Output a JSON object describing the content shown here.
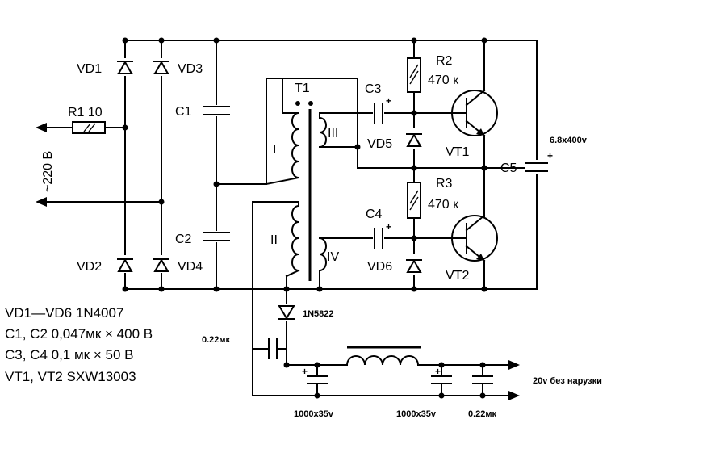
{
  "diagram": {
    "labels": {
      "vd1": "VD1",
      "vd2": "VD2",
      "vd3": "VD3",
      "vd4": "VD4",
      "r1": "R1 10",
      "mains": "~220 В",
      "c1": "C1",
      "c2": "C2",
      "t1": "T1",
      "winding1": "I",
      "winding2": "II",
      "winding3": "III",
      "winding4": "IV",
      "c3": "C3",
      "c4": "C4",
      "r2": "R2",
      "r2_value": "470 к",
      "r3": "R3",
      "r3_value": "470 к",
      "vd5": "VD5",
      "vd6": "VD6",
      "vt1": "VT1",
      "vt2": "VT2",
      "c5": "C5",
      "c5_value": "6.8x400v",
      "d_out": "1N5822",
      "cap_in": "0.22мк",
      "out_cap1": "1000x35v",
      "out_cap2": "1000x35v",
      "out_cap3": "0.22мк",
      "output": "20v без нарузки",
      "plus": "+"
    },
    "legend": [
      "VD1—VD6 1N4007",
      "C1, C2  0,047мк × 400 В",
      "C3, C4 0,1 мк × 50 В",
      "VT1, VT2 SXW13003"
    ]
  }
}
